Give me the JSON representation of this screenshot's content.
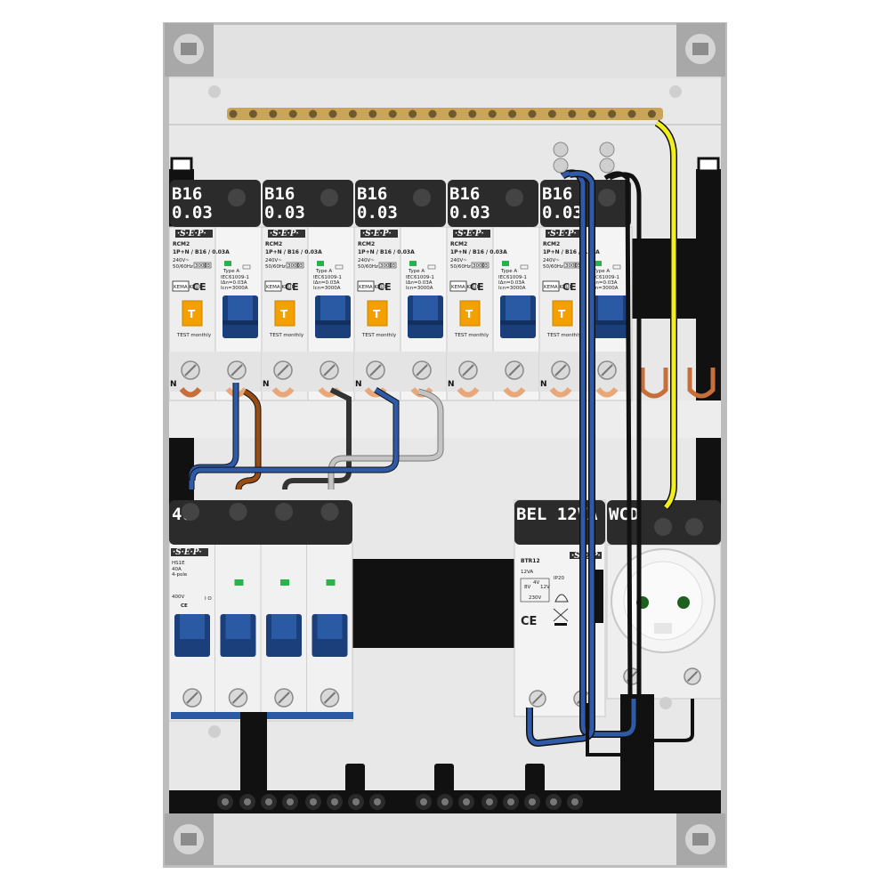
{
  "panel": {
    "rcbo_modules": [
      {
        "label_line1": "B16",
        "label_line2": "0.03"
      },
      {
        "label_line1": "B16",
        "label_line2": "0.03"
      },
      {
        "label_line1": "B16",
        "label_line2": "0.03"
      },
      {
        "label_line1": "B16",
        "label_line2": "0.03"
      },
      {
        "label_line1": "B16",
        "label_line2": "0.03"
      }
    ],
    "rcbo_details": {
      "brand": "·S·E·P·",
      "model": "RCM2",
      "rating": "1P+N / B16 / 0.03A",
      "voltage": "240V~",
      "frequency": "50/60Hz",
      "type": "Type A",
      "standard": "IEC61009-1",
      "idn": "IΔn=0.03A",
      "icn": "Icn=3000A",
      "capacity_box": "3000",
      "class_box": "3",
      "kema": "KEMA KEUR",
      "ce": "CE",
      "test_button": "T",
      "test_text": "TEST monthly",
      "neutral_mark": "N"
    },
    "main_switch": {
      "label": "40",
      "brand": "·S·E·P·",
      "model": "HS1E",
      "rating": "40A",
      "extra": "4-pole",
      "voltage": "400V",
      "ce": "CE",
      "on_off": "I  O"
    },
    "bell_transformer": {
      "label": "BEL 12VA",
      "brand": "·S·E·P·",
      "model": "BTR12",
      "power": "12VA",
      "ip": "IP20",
      "secondary_left": "8V",
      "secondary_mid": "4V",
      "secondary_right": "12V",
      "primary": "230V",
      "ce": "CE"
    },
    "socket": {
      "label": "WCD"
    }
  },
  "colors": {
    "enclosure": "#cfcfcf",
    "din_rail": "#1a1a1a",
    "module_body": "#eeeeee",
    "label_strip": "#2b2b2b",
    "toggle": "#1b3f7a",
    "test_button": "#f2a100",
    "busbar": "#c9a55a",
    "wire_blue": "#2e5aa8",
    "wire_brown": "#9a4d12",
    "wire_black": "#111111",
    "wire_grey": "#b5b5b5",
    "wire_yellow": "#f2ef1a",
    "neutral_comb": "#e8a87a",
    "green_led": "#2ab34a"
  }
}
